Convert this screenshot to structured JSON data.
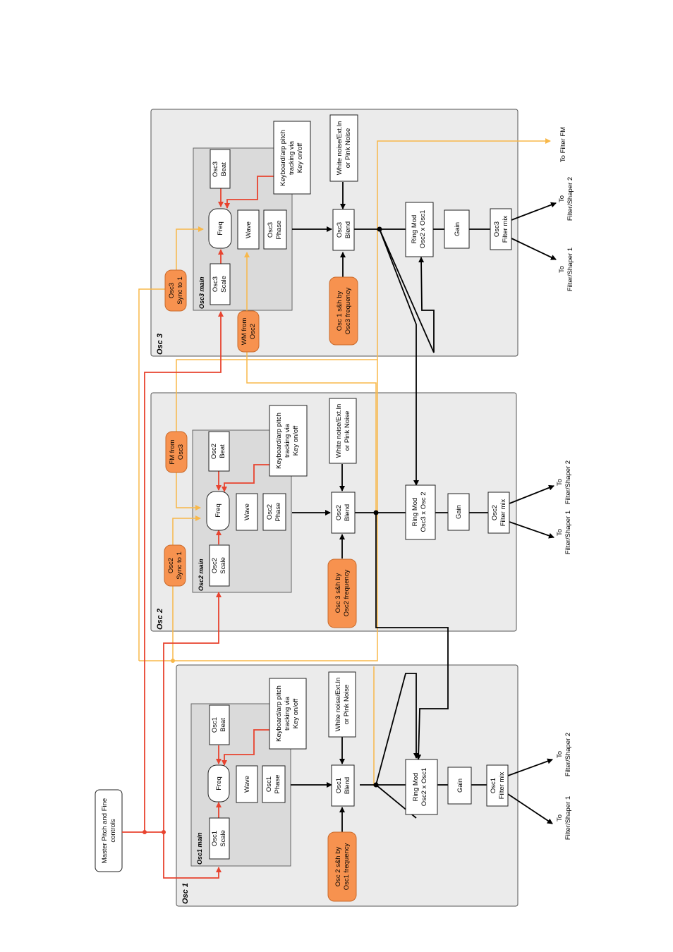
{
  "master": {
    "line1": "Master Pitch and Fine",
    "line2": "controls"
  },
  "panels": [
    {
      "title": "Osc 1",
      "main_label": "Osc1 main",
      "scale": [
        "Osc1",
        "Scale"
      ],
      "freq": "Freq",
      "beat": [
        "Osc1",
        "Beat"
      ],
      "wave": "Wave",
      "phase": [
        "Osc1",
        "Phase"
      ],
      "kbd": [
        "Keyboard/arp pitch",
        "tracking via",
        "Key on/off"
      ],
      "noise": [
        "White noise/Ext.In",
        "or Pink Noise"
      ],
      "blend": [
        "Osc1",
        "Blend"
      ],
      "sh": [
        "Osc 2 s&h by",
        "Osc1 frequency"
      ],
      "ring": [
        "Ring Mod",
        "Osc2 x Osc1"
      ],
      "gain": "Gain",
      "fmix": [
        "Osc1",
        "Filter mix"
      ],
      "out1": [
        "To",
        "Filter/Shaper 1"
      ],
      "out2": [
        "To",
        "Filter/Shaper 2"
      ]
    },
    {
      "title": "Osc 2",
      "main_label": "Osc2 main",
      "scale": [
        "Osc2",
        "Scale"
      ],
      "freq": "Freq",
      "beat": [
        "Osc2",
        "Beat"
      ],
      "wave": "Wave",
      "phase": [
        "Osc2",
        "Phase"
      ],
      "kbd": [
        "Keyboard/arp pitch",
        "tracking via",
        "Key on/off"
      ],
      "noise": [
        "White noise/Ext.In",
        "or Pink Noise"
      ],
      "blend": [
        "Osc2",
        "Blend"
      ],
      "sh": [
        "Osc 3 s&h by",
        "Osc2 frequency"
      ],
      "ring": [
        "Ring Mod",
        "Osc3 x Osc 2"
      ],
      "gain": "Gain",
      "fmix": [
        "Osc2",
        "Filter mix"
      ],
      "out1": [
        "To",
        "Filter/Shaper 1"
      ],
      "out2": [
        "To",
        "Filter/Shaper 2"
      ],
      "sync": [
        "Osc2",
        "Sync to 1"
      ],
      "fm": [
        "FM from",
        "Osc3"
      ]
    },
    {
      "title": "Osc 3",
      "main_label": "Osc3 main",
      "scale": [
        "Osc3",
        "Scale"
      ],
      "freq": "Freq",
      "beat": [
        "Osc3",
        "Beat"
      ],
      "wave": "Wave",
      "phase": [
        "Osc3",
        "Phase"
      ],
      "kbd": [
        "Keyboard/arp pitch",
        "tracking via",
        "Key on/off"
      ],
      "noise": [
        "White noise/Ext.In",
        "or Pink Noise"
      ],
      "blend": [
        "Osc3",
        "Blend"
      ],
      "sh": [
        "Osc 1 s&h by",
        "Osc3 frequency"
      ],
      "ring": [
        "Ring Mod",
        "Osc2 x Osc1"
      ],
      "gain": "Gain",
      "fmix": [
        "Osc3",
        "Filter mix"
      ],
      "out1": [
        "To",
        "Filter/Shaper 1"
      ],
      "out2": [
        "To",
        "Filter/Shaper 2"
      ],
      "sync": [
        "Osc3",
        "Sync to 1"
      ],
      "wm": [
        "WM from",
        "Osc2"
      ]
    }
  ],
  "filter_fm": "To Filter FM",
  "colors": {
    "red": "#e8432f",
    "yellow": "#f8b84a",
    "orange": "#f7924f"
  }
}
